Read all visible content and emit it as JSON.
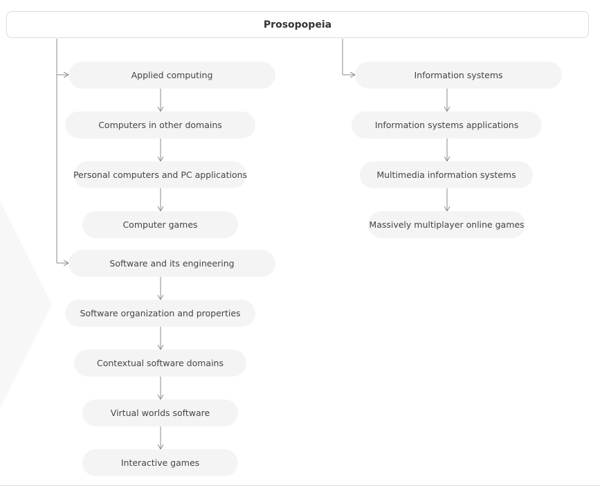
{
  "root": {
    "label": "Prosopopeia"
  },
  "branch_left": {
    "group1": {
      "applied_computing": "Applied computing",
      "computers_other_domains": "Computers in other domains",
      "personal_computers": "Personal computers and PC applications",
      "computer_games": "Computer games"
    },
    "group2": {
      "software_engineering": "Software and its engineering",
      "software_organization": "Software organization and properties",
      "contextual_domains": "Contextual software domains",
      "virtual_worlds": "Virtual worlds software",
      "interactive_games": "Interactive games"
    }
  },
  "branch_right": {
    "information_systems": "Information systems",
    "is_applications": "Information systems applications",
    "multimedia_is": "Multimedia information systems",
    "mmo_games": "Massively multiplayer online games"
  },
  "colors": {
    "node_fill": "#f4f4f4",
    "connector": "#888888",
    "text": "#444444"
  }
}
